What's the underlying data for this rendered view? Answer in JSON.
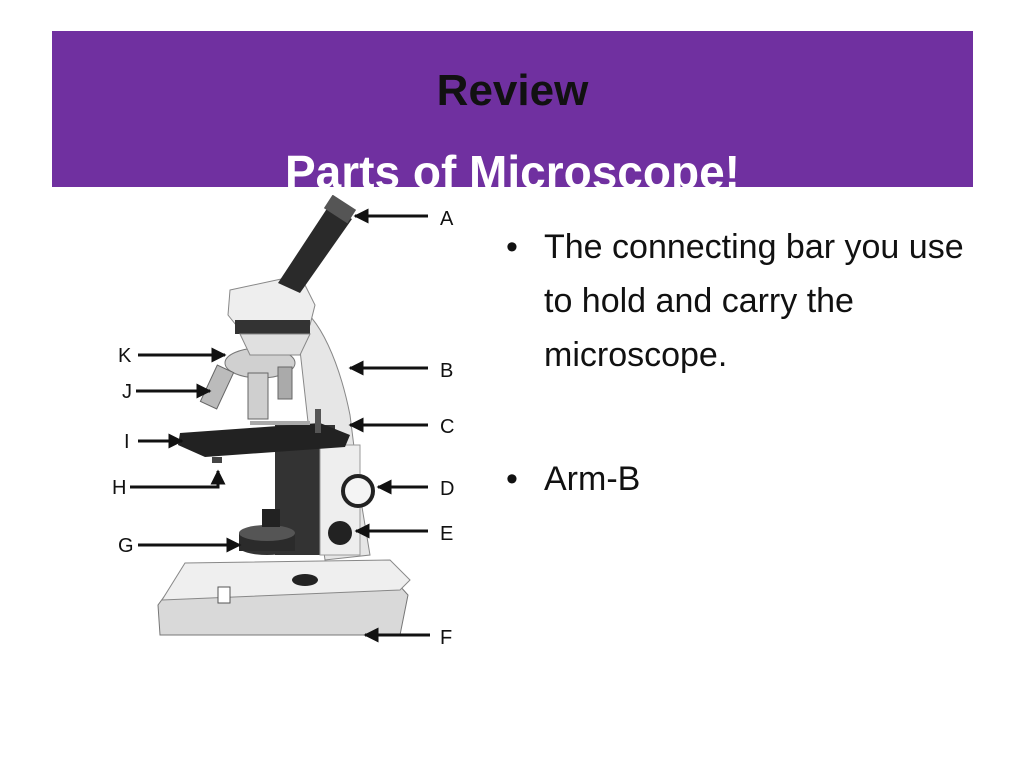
{
  "title": {
    "line1": "Review",
    "line2": "Parts of Microscope!",
    "banner_color": "#7030a0"
  },
  "diagram": {
    "labels": {
      "a": "A",
      "b": "B",
      "c": "C",
      "d": "D",
      "e": "E",
      "f": "F",
      "g": "G",
      "h": "H",
      "i": "I",
      "j": "J",
      "k": "K"
    }
  },
  "bullets": [
    {
      "symbol": "•",
      "text": "The connecting bar you use to hold and carry the microscope."
    },
    {
      "symbol": "•",
      "text": "Arm-B"
    }
  ]
}
